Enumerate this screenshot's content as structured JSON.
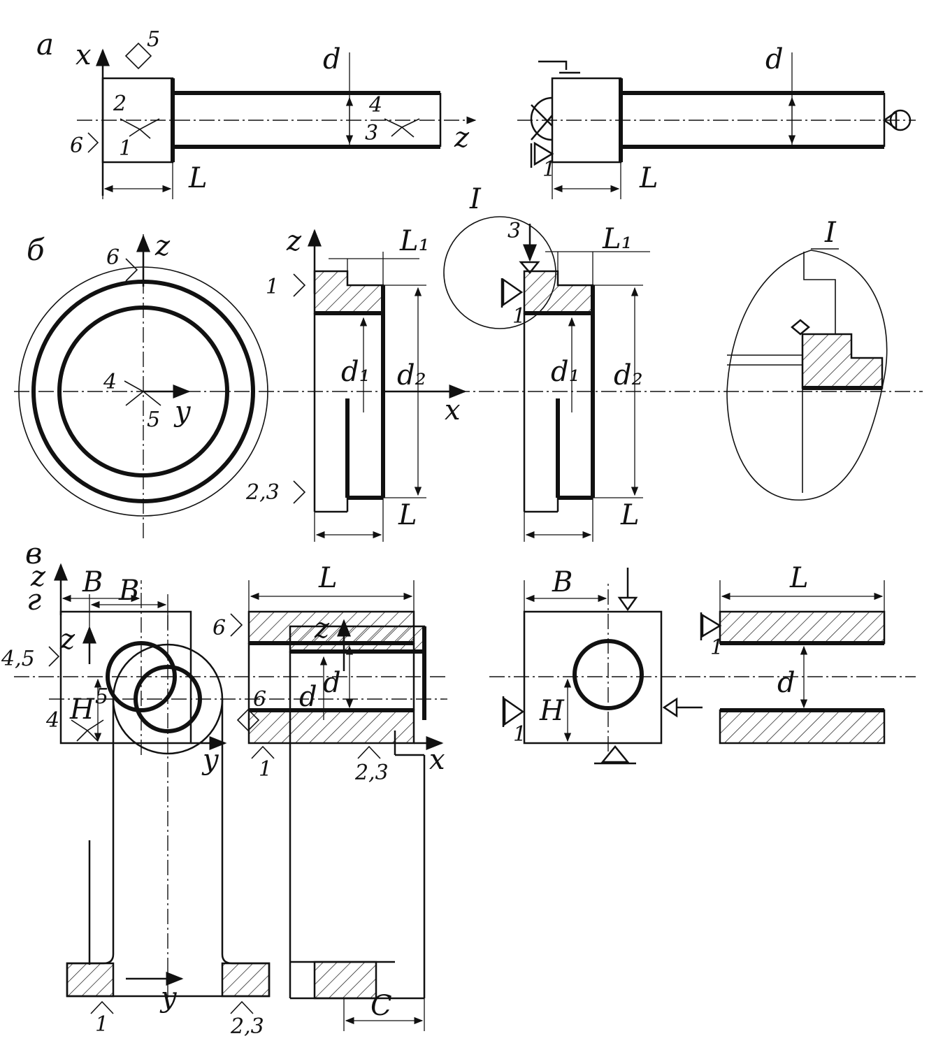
{
  "panels": {
    "a": {
      "letter": "а",
      "axis_x": "x",
      "axis_z": "z",
      "dim_d": "d",
      "dim_L": "L",
      "base_nums": [
        "5",
        "2",
        "1",
        "6",
        "4",
        "3"
      ],
      "symbol_num": "1"
    },
    "b": {
      "letter": "б",
      "axis_z": "z",
      "axis_y": "y",
      "axis_x": "x",
      "dim_L1": "L₁",
      "dim_d1": "d₁",
      "dim_d2": "d₂",
      "dim_L": "L",
      "base_nums": [
        "6",
        "4",
        "5",
        "1",
        "2,3",
        "3"
      ],
      "symbol_num": "1",
      "detail": "I"
    },
    "v": {
      "letter": "в",
      "axis_z": "z",
      "axis_y": "y",
      "axis_x": "x",
      "dim_B": "B",
      "dim_H": "H",
      "dim_L": "L",
      "dim_d": "d",
      "base_nums": [
        "4,5",
        "6",
        "1",
        "2,3"
      ],
      "symbol_num": "1"
    },
    "g": {
      "letter": "г",
      "axis_z": "z",
      "axis_y": "y",
      "axis_x": "x",
      "dim_B": "B",
      "dim_d": "d",
      "dim_C": "C",
      "base_nums": [
        "4",
        "5",
        "6",
        "1",
        "2,3"
      ]
    }
  }
}
